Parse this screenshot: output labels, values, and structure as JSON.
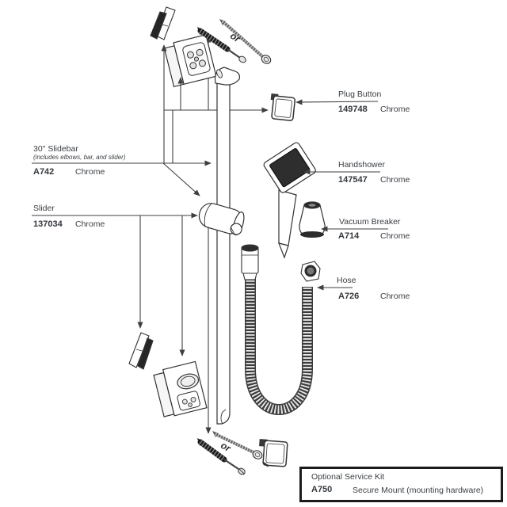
{
  "diagram": {
    "or_label": "or",
    "labels": [
      {
        "id": "slidebar",
        "title": "30\" Slidebar",
        "subtitle": "(includes elbows, bar, and slider)",
        "part": "A742",
        "finish": "Chrome"
      },
      {
        "id": "slider",
        "title": "Slider",
        "part": "137034",
        "finish": "Chrome"
      },
      {
        "id": "plug-button",
        "title": "Plug Button",
        "part": "149748",
        "finish": "Chrome"
      },
      {
        "id": "handshower",
        "title": "Handshower",
        "part": "147547",
        "finish": "Chrome"
      },
      {
        "id": "vacuum-breaker",
        "title": "Vacuum Breaker",
        "part": "A714",
        "finish": "Chrome"
      },
      {
        "id": "hose",
        "title": "Hose",
        "part": "A726",
        "finish": "Chrome"
      }
    ],
    "service_kit": {
      "title": "Optional Service Kit",
      "part": "A750",
      "description": "Secure Mount (mounting hardware)"
    },
    "colors": {
      "ink": "#3a3e43",
      "line": "#3f3f3f"
    }
  }
}
